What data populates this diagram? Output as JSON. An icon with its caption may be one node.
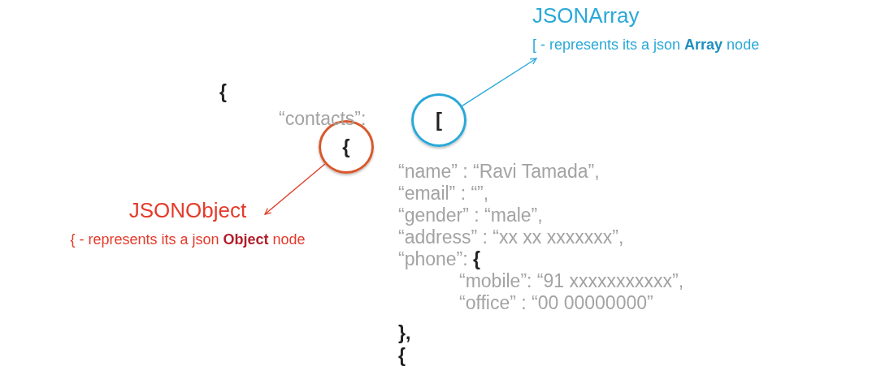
{
  "diagram": {
    "nodes": [
      {
        "text": [
          "["
        ]
      },
      {
        "text": [
          "JSONArray",
          "[ - represents its a json **Array** node"
        ]
      },
      {
        "text": [
          "{"
        ]
      },
      {
        "text": [
          "JSONObject",
          "{ - represents its a json **Object** node"
        ]
      }
    ],
    "edges": [
      {
        "from": 0,
        "to": 1,
        "arrow": "to",
        "color": "#29a8d8"
      },
      {
        "from": 2,
        "to": 3,
        "arrow": "to",
        "color": "#e0402a"
      }
    ],
    "labels": [
      "{",
      "“contacts”:",
      "“name” : “Ravi Tamada”,",
      "“email” : “”,",
      "“gender” : “male”,",
      "“address” : “xx xx xxxxxxx”,",
      "“phone”: **{**",
      "“mobile”: “91 xxxxxxxxxxx”,",
      "“office” : “00 00000000”",
      "},",
      "{"
    ]
  }
}
